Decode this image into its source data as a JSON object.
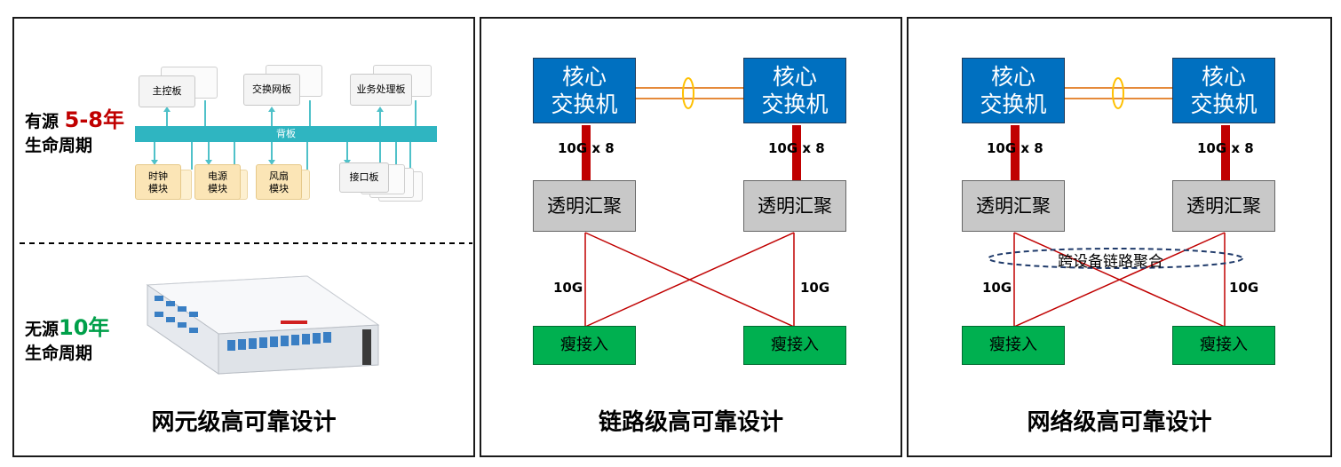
{
  "panel1": {
    "title": "网元级高可靠设计",
    "active": {
      "prefix": "有源 ",
      "years": "5-8年",
      "suffix": "生命周期"
    },
    "passive": {
      "prefix": "无源",
      "years": "10年",
      "suffix": "生命周期"
    },
    "cards": {
      "main_control": "主控板",
      "switch_fabric": "交换网板",
      "service": "业务处理板",
      "backplane": "背板",
      "clock": "时钟\n模块",
      "power": "电源\n模块",
      "fan": "风扇\n模块",
      "interface": "接口板"
    }
  },
  "panel2": {
    "title": "链路级高可靠设计",
    "core_left": "核心\n交换机",
    "core_right": "核心\n交换机",
    "uplink_left": "10G x 8",
    "uplink_right": "10G x 8",
    "agg_left": "透明汇聚",
    "agg_right": "透明汇聚",
    "down_left": "10G",
    "down_right": "10G",
    "access_left": "瘦接入",
    "access_right": "瘦接入"
  },
  "panel3": {
    "title": "网络级高可靠设计",
    "core_left": "核心\n交换机",
    "core_right": "核心\n交换机",
    "uplink_left": "10G x 8",
    "uplink_right": "10G x 8",
    "agg_left": "透明汇聚",
    "agg_right": "透明汇聚",
    "lag_label": "跨设备链路聚合",
    "down_left": "10G",
    "down_right": "10G",
    "access_left": "瘦接入",
    "access_right": "瘦接入"
  },
  "colors": {
    "core": "#0070c0",
    "aggregation": "#c8c8c8",
    "access": "#00b050",
    "link_red": "#c00000",
    "lag_ring": "#ffc000",
    "backplane": "#2fb5c1"
  }
}
